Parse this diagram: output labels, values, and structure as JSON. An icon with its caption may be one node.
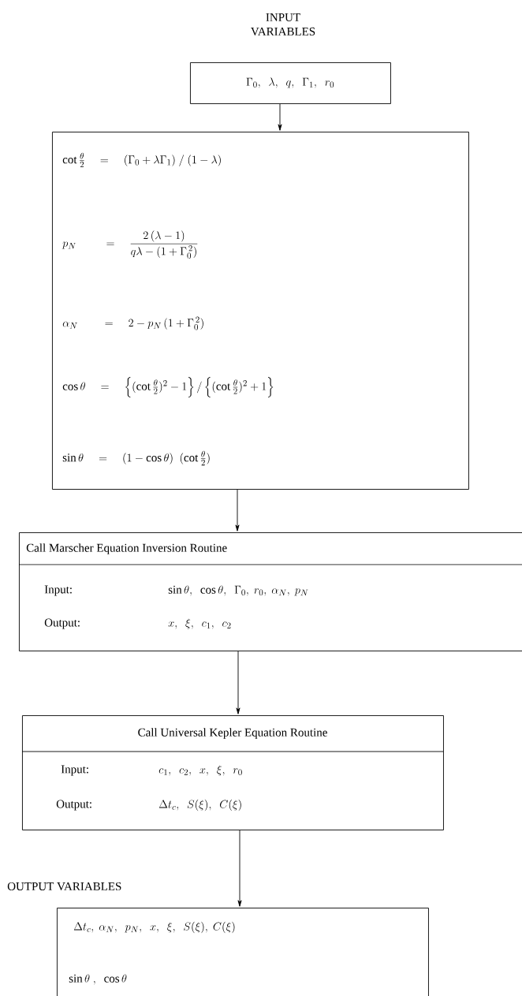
{
  "diagram": {
    "nodes": [
      {
        "text": [
          "INPUT VARIABLES",
          "\\Gamma_0,\\ \\ \\lambda,\\ \\ q,\\ \\ \\Gamma_1,\\ \\ r_0"
        ]
      },
      {
        "text": [
          "\\cot\\frac{\\theta}{2}\\quad=\\quad(\\Gamma_0+\\lambda\\Gamma_1)\\ /\\ (1-\\lambda)",
          "p_N\\qquad\\ =\\quad\\dfrac{2\\,(\\lambda-1)}{q\\lambda-(1+\\Gamma_0^{\\,2})}",
          "\\alpha_N\\qquad=\\quad 2-p_N\\,(1+\\Gamma_0^{\\,2})",
          "\\cos\\theta\\quad=\\quad\\left\\{(\\cot\\frac{\\theta}{2})^2-1\\right\\}/\\left\\{(\\cot\\frac{\\theta}{2})^2+1\\right\\}",
          "\\sin\\theta\\quad=\\quad(1-\\cos\\theta)\\ \\ (\\cot\\frac{\\theta}{2})"
        ]
      },
      {
        "text": [
          "Call Marscher Equation Inversion Routine",
          "Input:",
          "\\sin\\theta,\\ \\ \\cos\\theta,\\ \\ \\Gamma_0,\\ r_0,\\ \\alpha_N,\\ p_N",
          "Output:",
          "x,\\ \\ \\xi,\\ \\ c_1,\\ \\ c_2"
        ]
      },
      {
        "text": [
          "Call Universal Kepler Equation Routine",
          "Input:",
          "c_1,\\ \\ c_2,\\ \\ x,\\ \\ \\xi,\\ \\ r_0",
          "Output:",
          "\\Delta t_c,\\ \\ S(\\xi),\\ \\ C(\\xi)"
        ]
      },
      {
        "text": [
          "OUTPUT VARIABLES",
          "\\Delta t_c,\\ \\alpha_N,\\ \\ p_N,\\ \\ x,\\ \\ \\xi,\\ \\ S(\\xi),\\ C(\\xi)",
          "\\sin\\theta\\ ,\\ \\ \\cos\\theta"
        ]
      }
    ],
    "edges": [
      {
        "from": 0,
        "to": 1,
        "arrow": "to"
      },
      {
        "from": 1,
        "to": 2,
        "arrow": "to"
      },
      {
        "from": 2,
        "to": 3,
        "arrow": "to"
      },
      {
        "from": 3,
        "to": 4,
        "arrow": "to"
      }
    ]
  }
}
